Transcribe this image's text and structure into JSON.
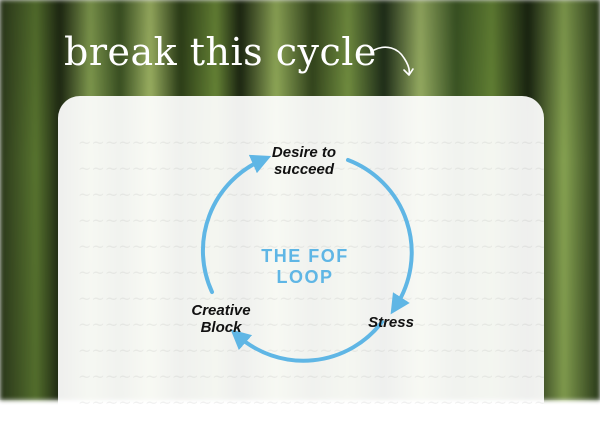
{
  "headline": "break this cycle",
  "center_title": "THE FOF LOOP",
  "nodes": {
    "top": "Desire to\nsucceed",
    "right": "Stress",
    "left": "Creative\nBlock"
  },
  "colors": {
    "accent": "#5fb6e5",
    "text": "#111111",
    "headline": "#ffffff"
  }
}
